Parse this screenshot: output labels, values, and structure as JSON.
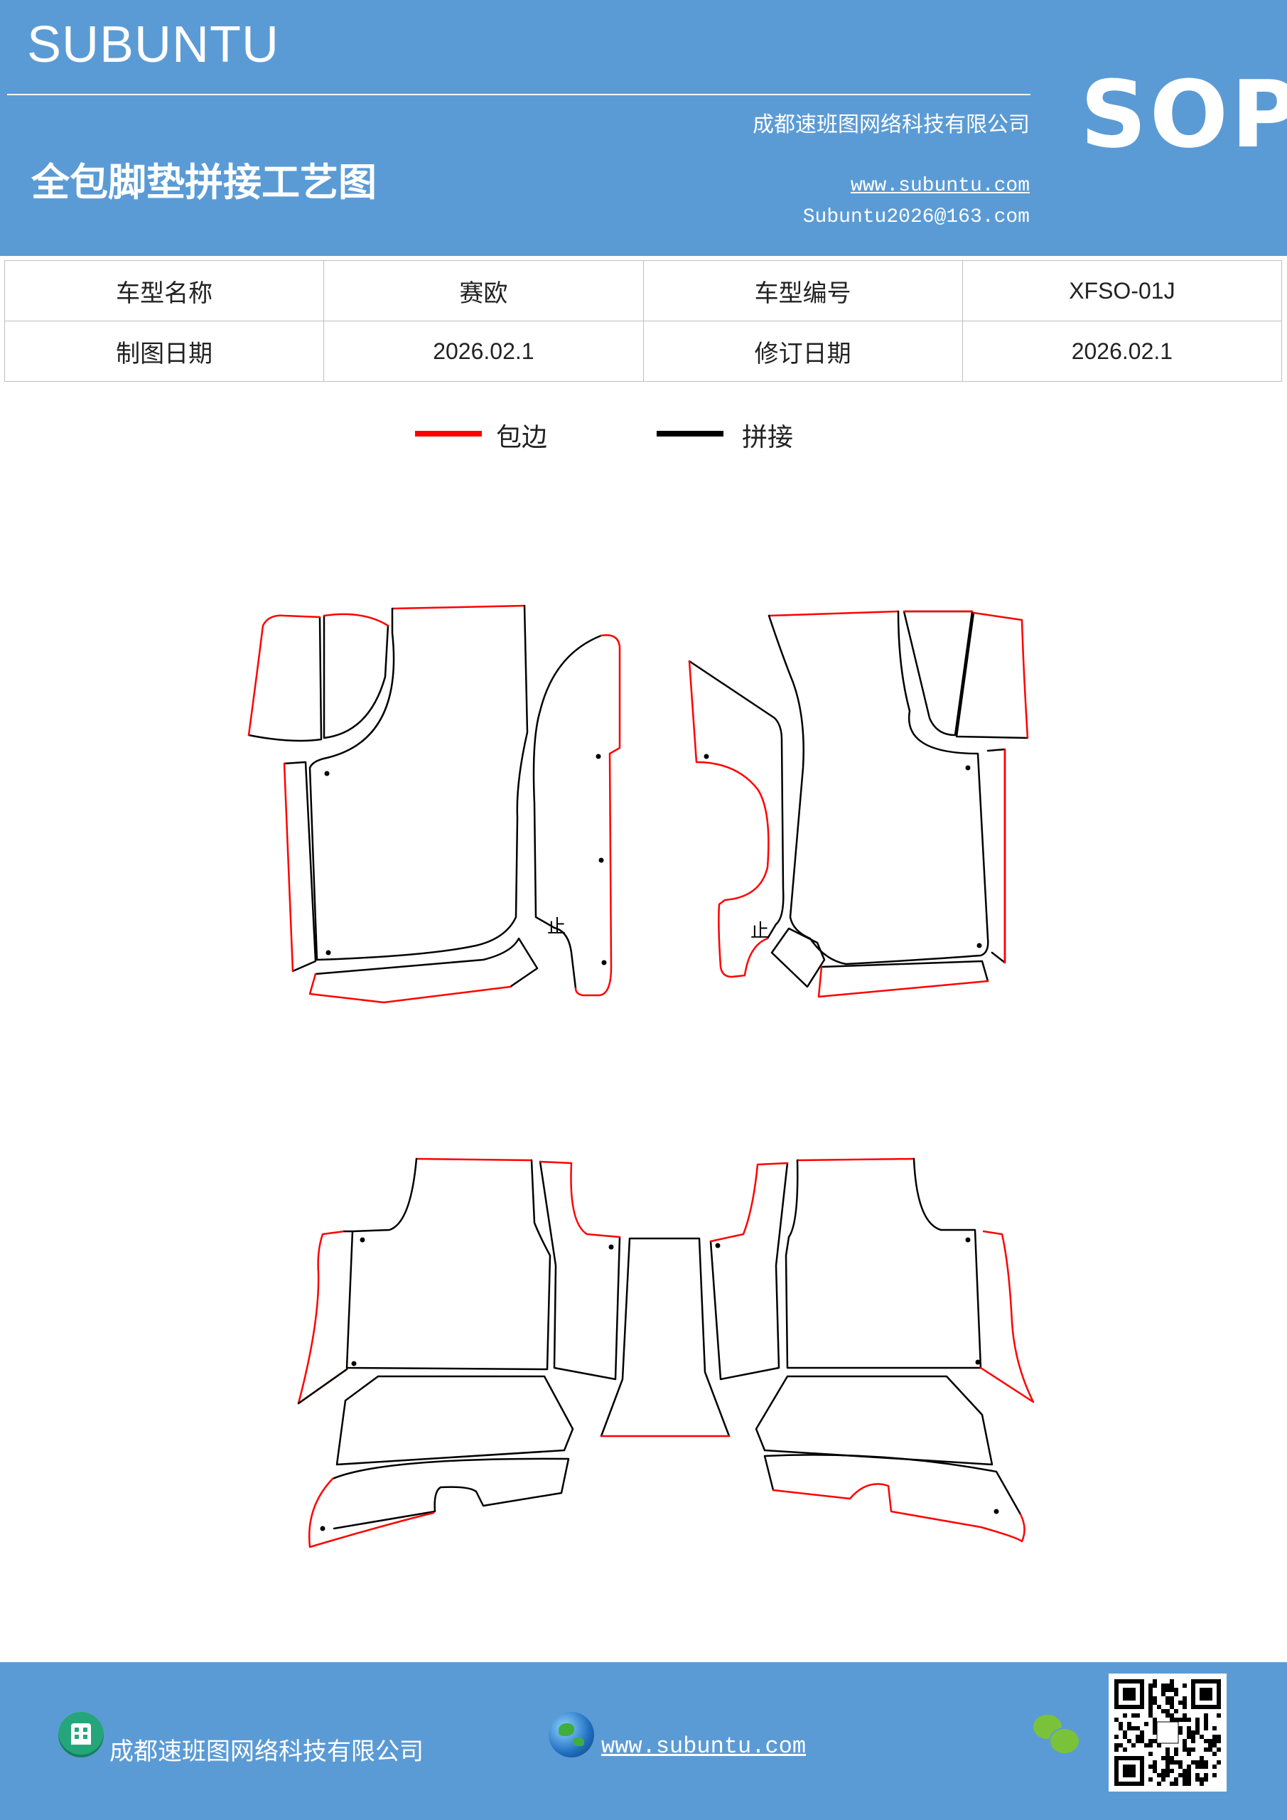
{
  "header": {
    "brand": "SUBUNTU",
    "company": "成都速班图网络科技有限公司",
    "title": "全包脚垫拼接工艺图",
    "website": "www.subuntu.com",
    "email": "Subuntu2026@163.com",
    "badge": "SOP"
  },
  "info_table": {
    "model_name_label": "车型名称",
    "model_name_value": "赛欧",
    "model_code_label": "车型编号",
    "model_code_value": "XFSO-01J",
    "draw_date_label": "制图日期",
    "draw_date_value": "2026.02.1",
    "revise_date_label": "修订日期",
    "revise_date_value": "2026.02.1"
  },
  "legend": {
    "edge_label": "包边",
    "edge_color": "#ff0000",
    "seam_label": "拼接",
    "seam_color": "#000000"
  },
  "drawing": {
    "stop_mark_left": "止",
    "stop_mark_right": "止"
  },
  "footer": {
    "company": "成都速班图网络科技有限公司",
    "website": "www.subuntu.com",
    "icons": [
      "building-icon",
      "globe-icon",
      "wechat-icon",
      "qr-code"
    ]
  }
}
